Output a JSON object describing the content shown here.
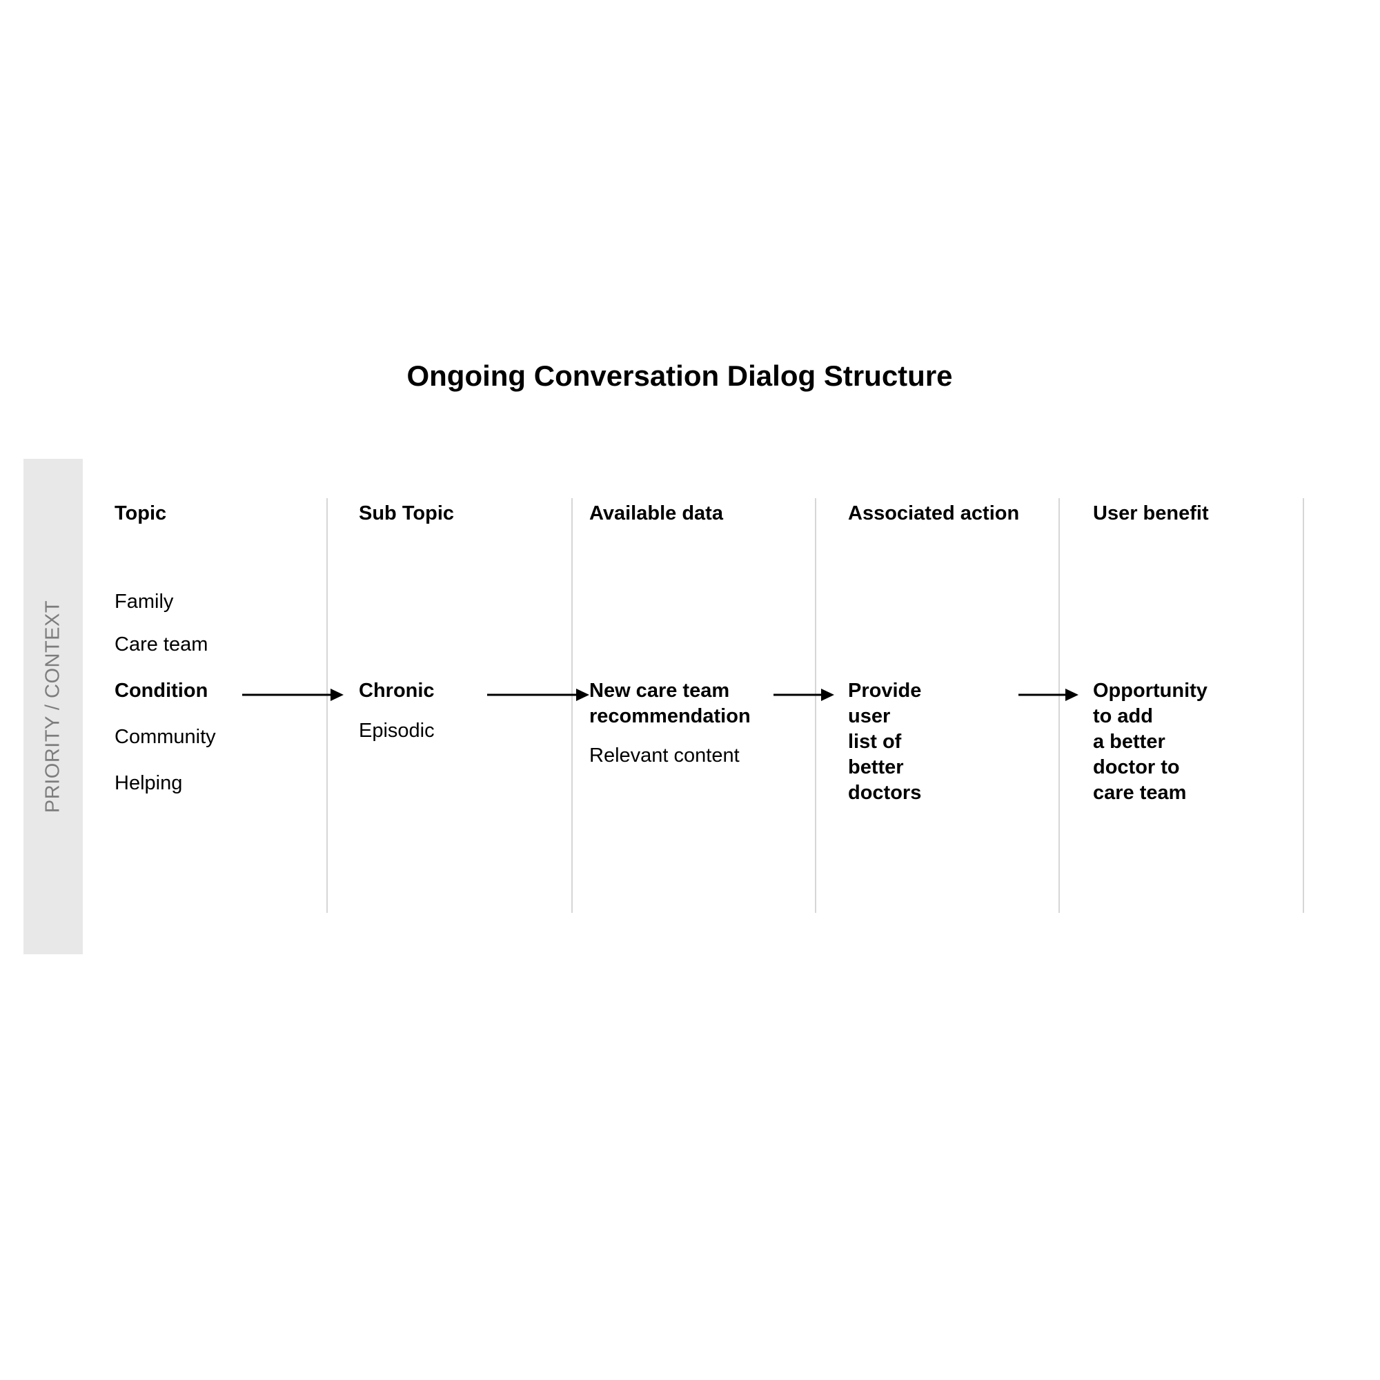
{
  "title": "Ongoing Conversation Dialog Structure",
  "side_label": "PRIORITY / CONTEXT",
  "columns": [
    {
      "header": "Topic",
      "items": [
        {
          "text": "Family",
          "selected": false
        },
        {
          "text": "Care team",
          "selected": false
        },
        {
          "text": "Condition",
          "selected": true
        },
        {
          "text": "Community",
          "selected": false
        },
        {
          "text": "Helping",
          "selected": false
        }
      ]
    },
    {
      "header": "Sub Topic",
      "items": [
        {
          "text": "Chronic",
          "selected": true
        },
        {
          "text": "Episodic",
          "selected": false
        }
      ]
    },
    {
      "header": "Available data",
      "items": [
        {
          "text": "New care team\nrecommendation",
          "selected": true
        },
        {
          "text": "Relevant content",
          "selected": false
        }
      ]
    },
    {
      "header": "Associated action",
      "items": [
        {
          "text": "Provide user\nlist of better\ndoctors",
          "selected": true
        }
      ]
    },
    {
      "header": "User benefit",
      "items": [
        {
          "text": "Opportunity to add\na better doctor to\ncare team",
          "selected": true
        }
      ]
    }
  ],
  "colors": {
    "side_band": "#e8e8e8",
    "side_label": "#7d7d7d",
    "divider": "#d6d6d6",
    "text": "#000000"
  }
}
